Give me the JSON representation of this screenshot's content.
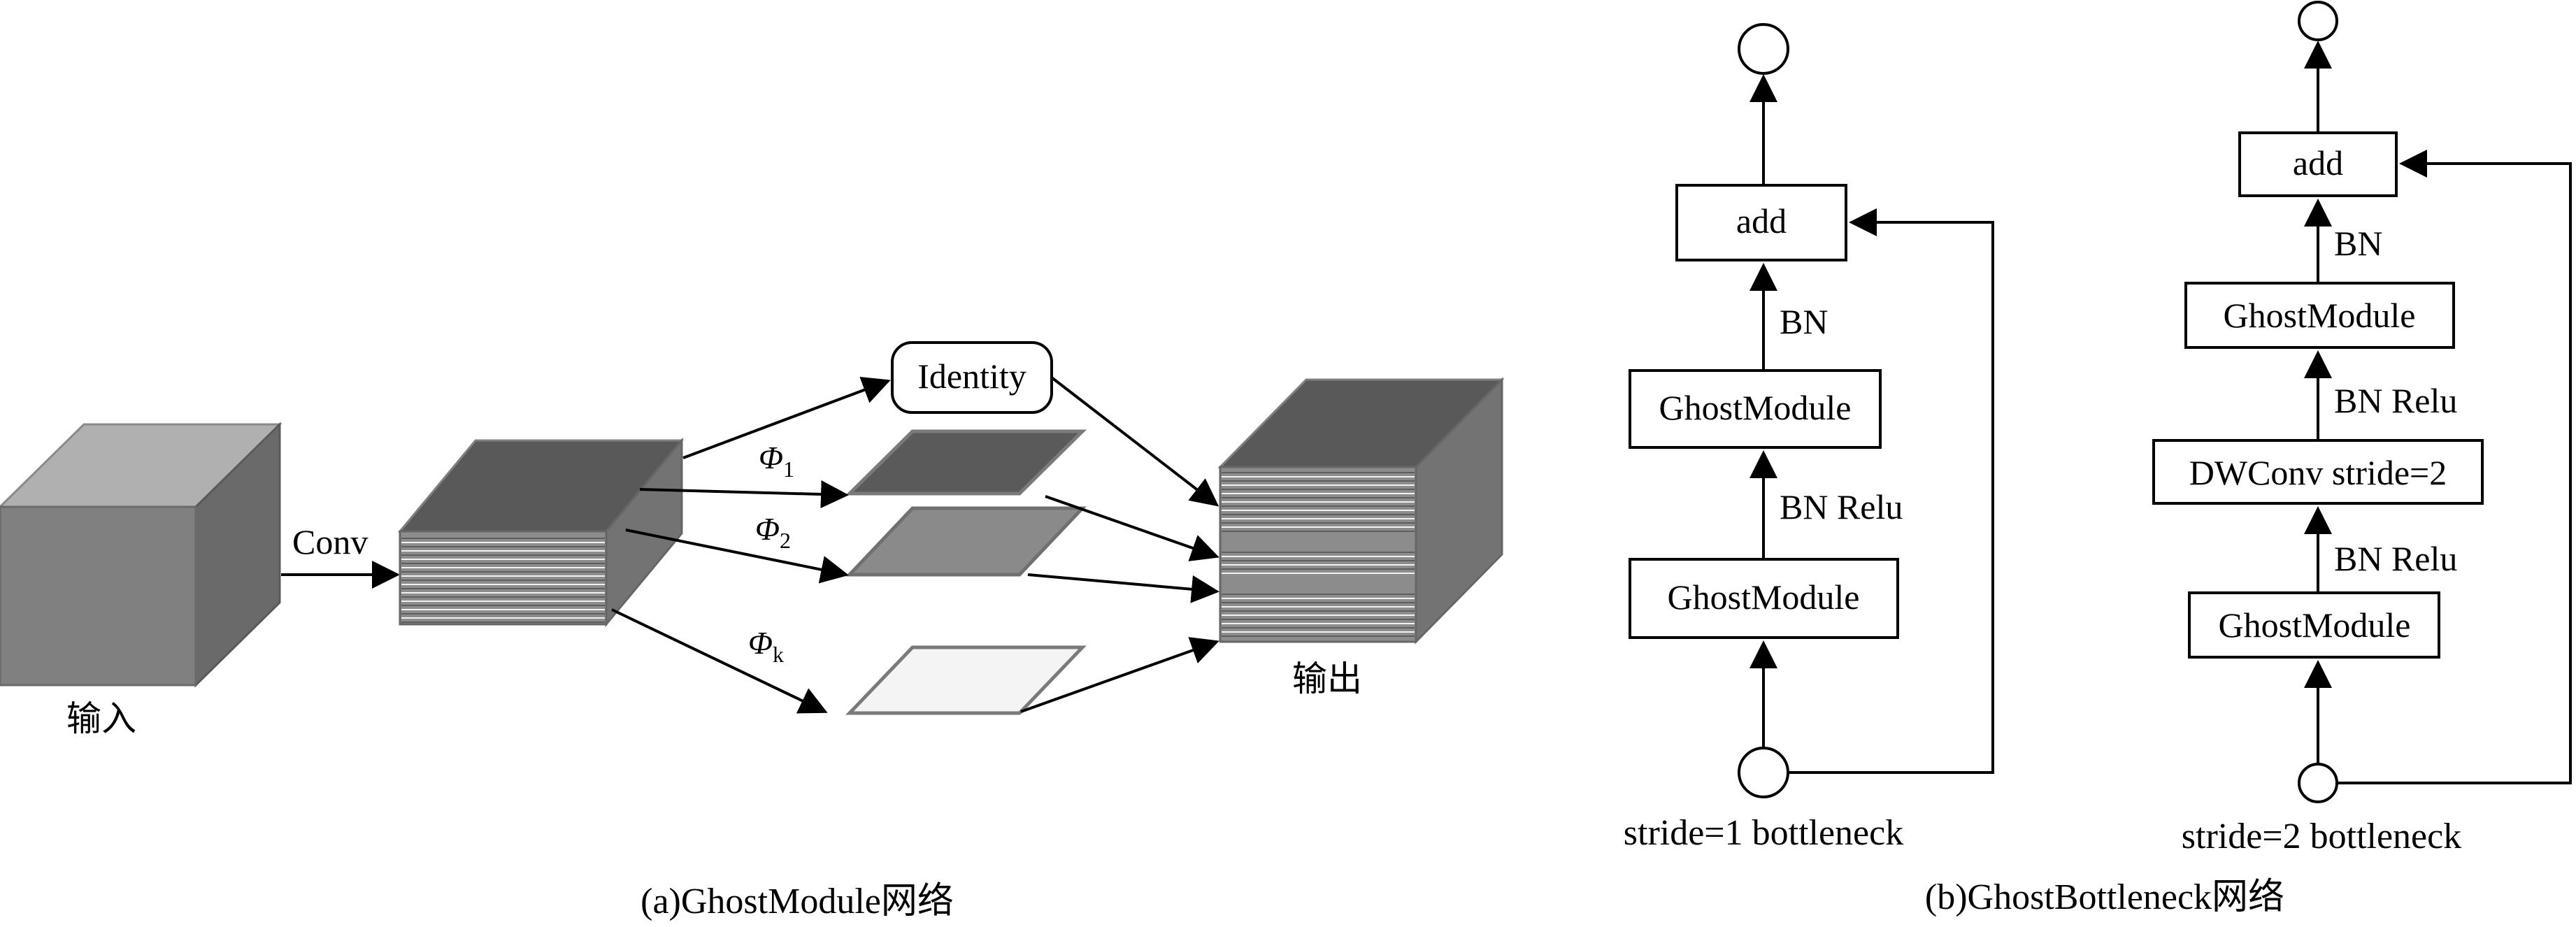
{
  "module": {
    "input_label": "输入",
    "output_label": "输出",
    "conv_label": "Conv",
    "identity_label": "Identity",
    "phi_symbol": "Φ",
    "phi_1_sub": "1",
    "phi_2_sub": "2",
    "phi_k_sub": "k",
    "caption": "(a)GhostModule网络"
  },
  "bottleneck_s1": {
    "add_label": "add",
    "bn_label": "BN",
    "ghost_top_label": "GhostModule",
    "bn_relu_label": "BN Relu",
    "ghost_bottom_label": "GhostModule",
    "caption": "stride=1 bottleneck"
  },
  "bottleneck_s2": {
    "add_label": "add",
    "bn_label": "BN",
    "ghost_top_label": "GhostModule",
    "bn_relu_top_label": "BN Relu",
    "dwconv_label": "DWConv stride=2",
    "bn_relu_bottom_label": "BN Relu",
    "ghost_bottom_label": "GhostModule",
    "caption": "stride=2 bottleneck"
  },
  "bottleneck_caption": "(b)GhostBottleneck网络",
  "colors": {
    "cube_front": "#808080",
    "cube_top": "#b0b0b0",
    "cube_side": "#6a6a6a",
    "feature_top": "#595959",
    "plane_dark": "#5a5a5a",
    "plane_mid": "#8a8a8a",
    "plane_light": "#f4f4f4",
    "stroke": "#000000"
  }
}
